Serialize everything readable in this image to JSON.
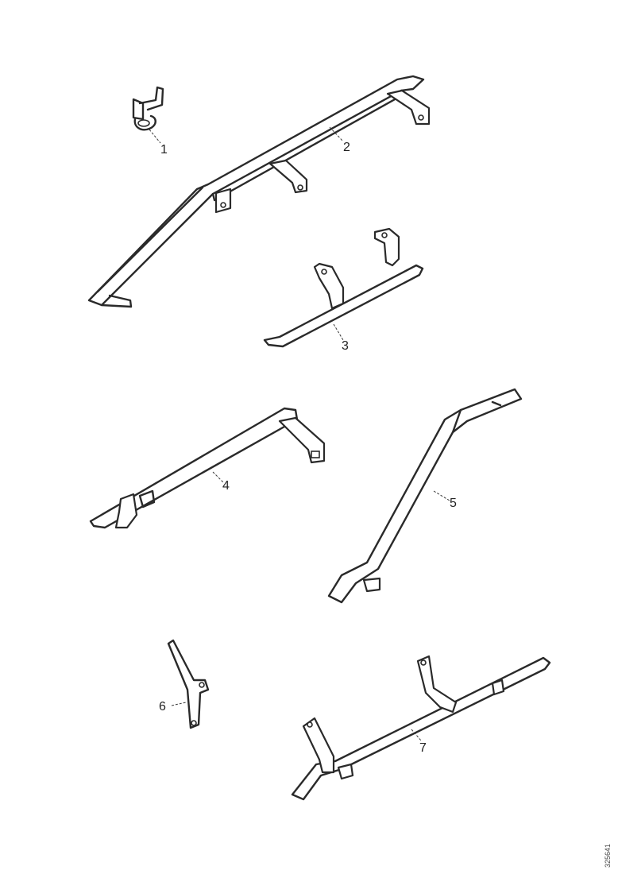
{
  "diagram": {
    "callouts": [
      {
        "id": "1",
        "label": "1"
      },
      {
        "id": "2",
        "label": "2"
      },
      {
        "id": "3",
        "label": "3"
      },
      {
        "id": "4",
        "label": "4"
      },
      {
        "id": "5",
        "label": "5"
      },
      {
        "id": "6",
        "label": "6"
      },
      {
        "id": "7",
        "label": "7"
      }
    ],
    "drawing_number": "325641",
    "line_color": "#2a2a2a",
    "background_color": "#ffffff"
  }
}
